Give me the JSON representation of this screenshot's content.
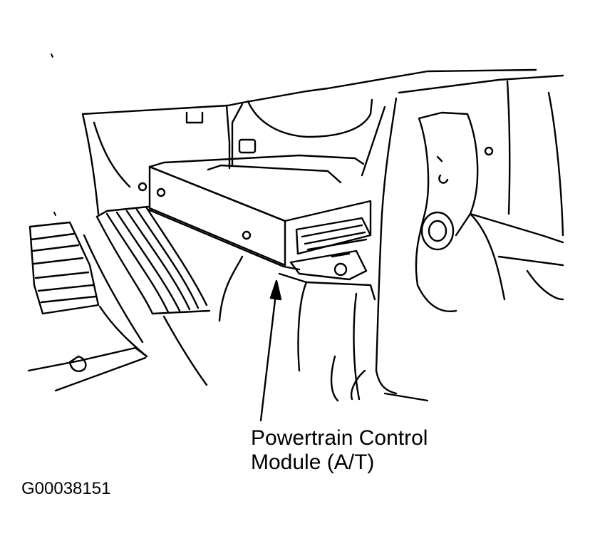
{
  "diagram": {
    "component": {
      "label_line1": "Powertrain Control",
      "label_line2": "Module (A/T)"
    },
    "figure_id": "G00038151",
    "colors": {
      "line": "#000000",
      "background": "#ffffff"
    }
  }
}
